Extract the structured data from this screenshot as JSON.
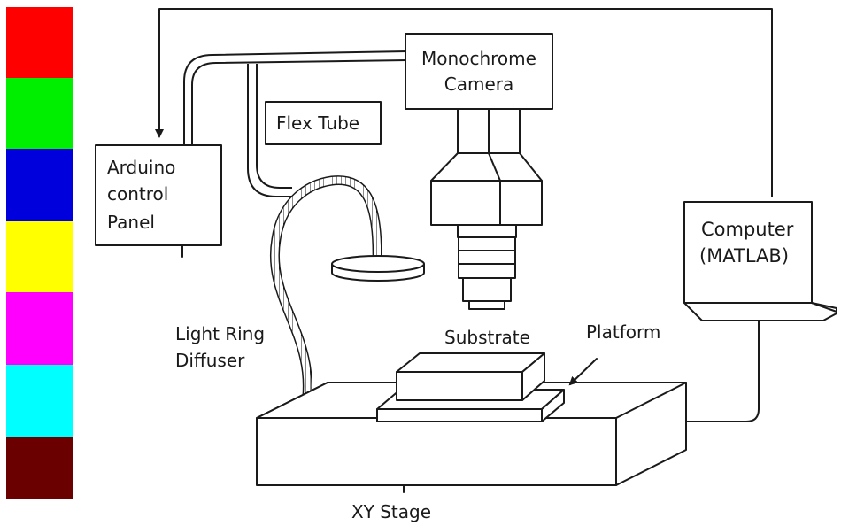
{
  "swatches": [
    {
      "name": "red",
      "color": "#ff0000"
    },
    {
      "name": "green",
      "color": "#00ee00"
    },
    {
      "name": "blue",
      "color": "#0000dd"
    },
    {
      "name": "yellow",
      "color": "#ffff00"
    },
    {
      "name": "magenta",
      "color": "#ff00ff"
    },
    {
      "name": "cyan",
      "color": "#00ffff"
    },
    {
      "name": "maroon",
      "color": "#6b0000"
    }
  ],
  "labels": {
    "camera_line1": "Monochrome",
    "camera_line2": "Camera",
    "flex_tube": "Flex Tube",
    "arduino_line1": "Arduino",
    "arduino_line2": "control",
    "arduino_line3": "Panel",
    "computer_line1": "Computer",
    "computer_line2": "(MATLAB)",
    "light_line1": "Light Ring",
    "light_line2": "Diffuser",
    "substrate": "Substrate",
    "platform": "Platform",
    "xy_stage": "XY Stage"
  },
  "colors": {
    "ink": "#1a1a1a",
    "background": "#ffffff"
  }
}
